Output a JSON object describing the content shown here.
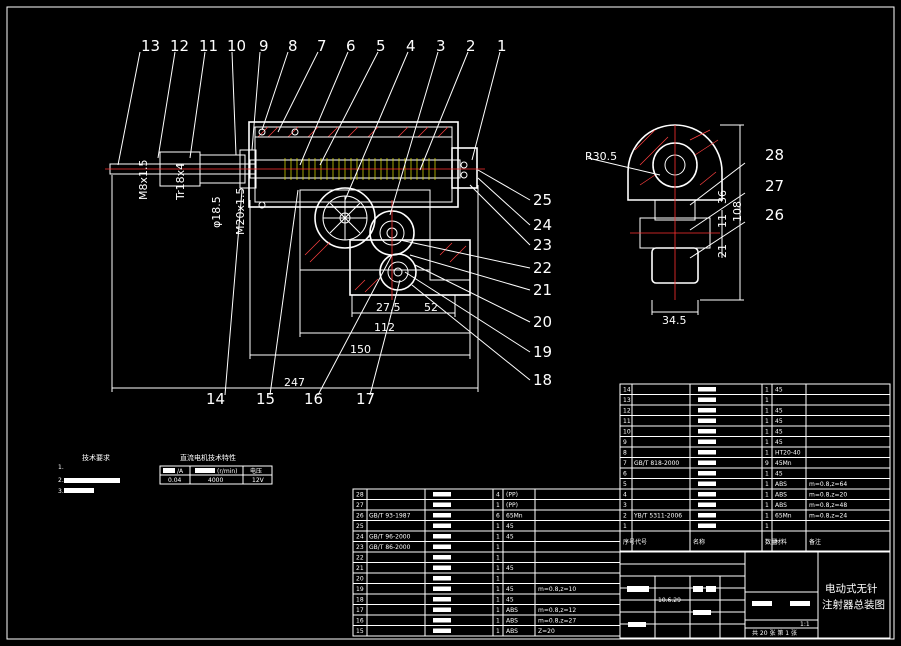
{
  "part_numbers_top": [
    "13",
    "12",
    "11",
    "10",
    "9",
    "8",
    "7",
    "6",
    "5",
    "4",
    "3",
    "2",
    "1"
  ],
  "part_numbers_right": [
    "25",
    "24",
    "23",
    "22",
    "21",
    "20",
    "19",
    "18"
  ],
  "part_numbers_bottom": [
    "14",
    "15",
    "16",
    "17"
  ],
  "side_view_numbers": [
    "28",
    "27",
    "26"
  ],
  "dims": {
    "m8": "M8x1.5",
    "tr": "Tr18x4",
    "phi": "φ18.5",
    "m20": "M20x1.5",
    "d27_5": "27.5",
    "d52": "52",
    "d112": "112",
    "d150": "150",
    "d247": "247",
    "r30": "R30.5",
    "d108": "108",
    "d34_5": "34.5",
    "d36": "36",
    "d11": "11",
    "d21": "21"
  },
  "tech_requirements": {
    "heading": "技术要求",
    "lines": [
      "1.",
      "2.",
      "3."
    ]
  },
  "motor_table": {
    "heading": "直流电机技术特性",
    "h1": "/A",
    "h2": "(r/min)",
    "h3": "电压",
    "v1": "0.04",
    "v2": "4000",
    "v3": "12V"
  },
  "upper_parts": [
    {
      "no": "14",
      "std": "",
      "qty": "1",
      "mat": "45",
      "note": ""
    },
    {
      "no": "13",
      "std": "",
      "qty": "1",
      "mat": "",
      "note": ""
    },
    {
      "no": "12",
      "std": "",
      "qty": "1",
      "mat": "45",
      "note": ""
    },
    {
      "no": "11",
      "std": "",
      "qty": "1",
      "mat": "45",
      "note": ""
    },
    {
      "no": "10",
      "std": "",
      "qty": "1",
      "mat": "45",
      "note": ""
    },
    {
      "no": "9",
      "std": "",
      "qty": "1",
      "mat": "45",
      "note": ""
    },
    {
      "no": "8",
      "std": "",
      "qty": "1",
      "mat": "HT20-40",
      "note": ""
    },
    {
      "no": "7",
      "std": "GB/T 818-2000",
      "qty": "9",
      "mat": "45Mn",
      "note": ""
    },
    {
      "no": "6",
      "std": "",
      "qty": "1",
      "mat": "45",
      "note": ""
    },
    {
      "no": "5",
      "std": "",
      "qty": "1",
      "mat": "ABS",
      "note": "m=0.8,z=64"
    },
    {
      "no": "4",
      "std": "",
      "qty": "1",
      "mat": "ABS",
      "note": "m=0.8,z=20"
    },
    {
      "no": "3",
      "std": "",
      "qty": "1",
      "mat": "ABS",
      "note": "m=0.8,z=48"
    },
    {
      "no": "2",
      "std": "YB/T 5311-2006",
      "qty": "1",
      "mat": "65Mn",
      "note": "m=0.8,z=24"
    },
    {
      "no": "1",
      "std": "",
      "qty": "1",
      "mat": "",
      "note": ""
    }
  ],
  "upper_header": [
    "序号",
    "代号",
    "名称",
    "数量",
    "材料",
    "备注"
  ],
  "lower_parts": [
    {
      "no": "28",
      "std": "",
      "qty": "4",
      "mat": "(PP)",
      "note": ""
    },
    {
      "no": "27",
      "std": "",
      "qty": "1",
      "mat": "(PP)",
      "note": ""
    },
    {
      "no": "26",
      "std": "GB/T 93-1987",
      "qty": "6",
      "mat": "65Mn",
      "note": ""
    },
    {
      "no": "25",
      "std": "",
      "qty": "1",
      "mat": "45",
      "note": ""
    },
    {
      "no": "24",
      "std": "GB/T 96-2000",
      "qty": "1",
      "mat": "45",
      "note": ""
    },
    {
      "no": "23",
      "std": "GB/T 86-2000",
      "qty": "1",
      "mat": "",
      "note": ""
    },
    {
      "no": "22",
      "std": "",
      "qty": "1",
      "mat": "",
      "note": ""
    },
    {
      "no": "21",
      "std": "",
      "qty": "1",
      "mat": "45",
      "note": ""
    },
    {
      "no": "20",
      "std": "",
      "qty": "1",
      "mat": "",
      "note": ""
    },
    {
      "no": "19",
      "std": "",
      "qty": "1",
      "mat": "45",
      "note": "m=0.8,z=10"
    },
    {
      "no": "18",
      "std": "",
      "qty": "1",
      "mat": "45",
      "note": ""
    },
    {
      "no": "17",
      "std": "",
      "qty": "1",
      "mat": "ABS",
      "note": "m=0.8,z=12"
    },
    {
      "no": "16",
      "std": "",
      "qty": "1",
      "mat": "ABS",
      "note": "m=0.8,z=27"
    },
    {
      "no": "15",
      "std": "",
      "qty": "1",
      "mat": "ABS",
      "note": "Z=20"
    }
  ],
  "title_block": {
    "title_line1": "电动式无针",
    "title_line2": "注射器总装图",
    "ratio": "1:1",
    "sheet": "共 20 张 第 1 张",
    "cell": "10.6.29"
  }
}
